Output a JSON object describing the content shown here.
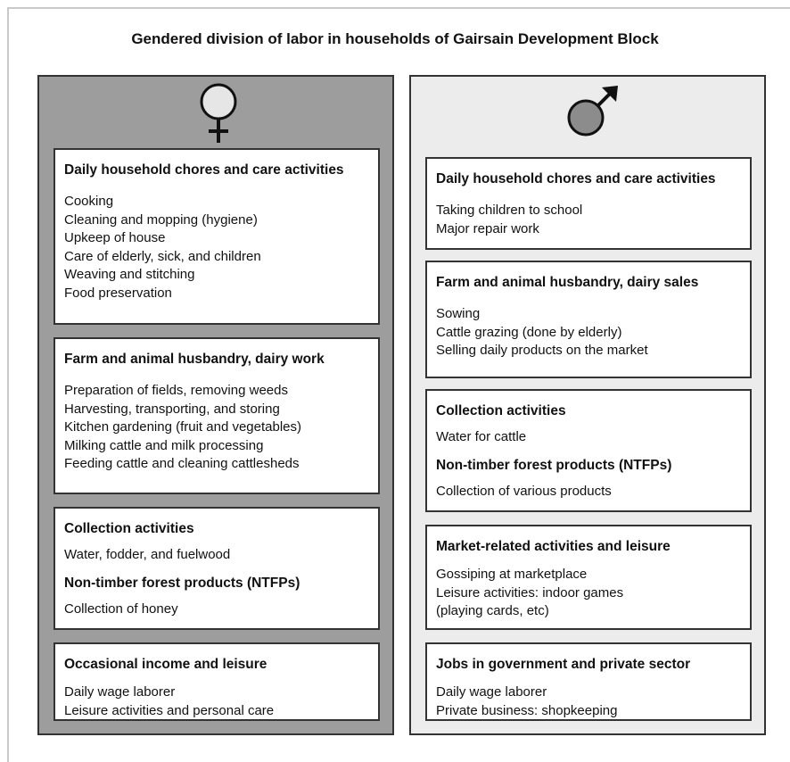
{
  "title": "Gendered division of labor in households of Gairsain Development Block",
  "symbols": {
    "female": "female-symbol",
    "male": "male-symbol"
  },
  "colors": {
    "female_column": "#9d9d9d",
    "male_column": "#ececec",
    "border": "#333333"
  },
  "female": {
    "boxes": [
      {
        "heading": "Daily household chores and care activities",
        "items": [
          "Cooking",
          "Cleaning and mopping (hygiene)",
          "Upkeep of house",
          "Care of elderly, sick, and children",
          "Weaving and stitching",
          "Food preservation"
        ]
      },
      {
        "heading": "Farm and animal husbandry, dairy work",
        "items": [
          "Preparation of fields, removing weeds",
          "Harvesting, transporting, and storing",
          "Kitchen gardening (fruit and vegetables)",
          "Milking cattle and milk processing",
          "Feeding cattle and cleaning cattlesheds"
        ]
      },
      {
        "heading": "Collection activities",
        "items": [
          "Water, fodder, and fuelwood"
        ],
        "subheading": "Non-timber forest products (NTFPs)",
        "subitems": [
          "Collection of honey"
        ]
      },
      {
        "heading": "Occasional income and leisure",
        "items": [
          "Daily wage laborer",
          "Leisure activities and personal care"
        ]
      }
    ]
  },
  "male": {
    "boxes": [
      {
        "heading": "Daily household chores and care activities",
        "items": [
          "Taking children to school",
          "Major repair work"
        ]
      },
      {
        "heading": "Farm and animal husbandry, dairy sales",
        "items": [
          "Sowing",
          "Cattle grazing (done by elderly)",
          "Selling daily products on the market"
        ]
      },
      {
        "heading": "Collection activities",
        "items": [
          "Water for cattle"
        ],
        "subheading": "Non-timber forest products (NTFPs)",
        "subitems": [
          "Collection of various products"
        ]
      },
      {
        "heading": "Market-related activities and leisure",
        "items": [
          "Gossiping at marketplace",
          "Leisure activities: indoor games",
          "(playing cards, etc)"
        ]
      },
      {
        "heading": "Jobs in government and private sector",
        "items": [
          "Daily wage laborer",
          "Private business: shopkeeping"
        ]
      }
    ]
  }
}
